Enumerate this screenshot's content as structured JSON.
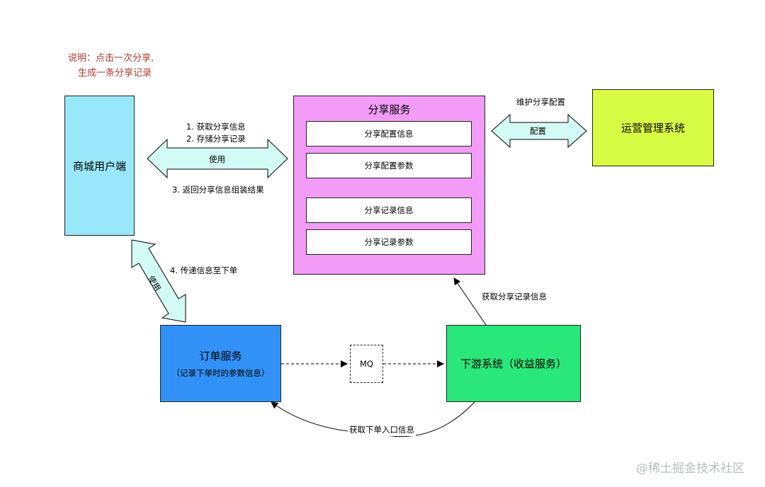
{
  "note": {
    "line1": "说明：点击一次分享,",
    "line2": "生成一条分享记录"
  },
  "nodes": {
    "mall_client": {
      "label": "商城用户端"
    },
    "share_service": {
      "title": "分享服务",
      "items": [
        "分享配置信息",
        "分享配置参数",
        "分享记录信息",
        "分享记录参数"
      ]
    },
    "ops_system": {
      "label": "运营管理系统"
    },
    "order_service": {
      "title": "订单服务",
      "subtitle": "（记录下单时的参数信息）"
    },
    "downstream": {
      "label": "下游系统（收益服务）"
    },
    "mq": {
      "label": "MQ"
    }
  },
  "edges": {
    "client_share": {
      "label_top_1": "1. 获取分享信息",
      "label_top_2": "2. 存储分享记录",
      "arrow_label": "使用",
      "label_bottom": "3. 返回分享信息组装结果"
    },
    "share_ops": {
      "label_top": "维护分享配置",
      "arrow_label": "配置"
    },
    "client_order": {
      "arrow_label": "使用",
      "label_side": "4. 传递信息至下单"
    },
    "downstream_share": {
      "label": "获取分享记录信息"
    },
    "downstream_order": {
      "label": "获取下单入口信息"
    }
  },
  "watermark": "@稀土掘金技术社区",
  "colors": {
    "mall_client": "#99e8fa",
    "share_service": "#f39cf7",
    "ops_system": "#d8fb43",
    "order_service": "#3191f7",
    "downstream": "#2ae77a",
    "double_arrow": "#d3fbf5",
    "note": "#b03a2e"
  }
}
